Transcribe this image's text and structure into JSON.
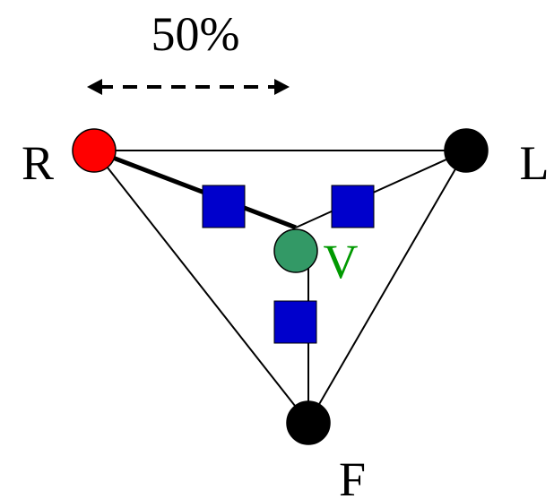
{
  "percent_label": "50%",
  "nodes": {
    "R": {
      "label": "R",
      "color": "#ff0000"
    },
    "L": {
      "label": "L",
      "color": "#000000"
    },
    "F": {
      "label": "F",
      "color": "#000000"
    },
    "V": {
      "label": "V",
      "color": "#339966",
      "label_color": "#009900"
    }
  },
  "resistor_color": "#0000cc",
  "line_color": "#000000"
}
